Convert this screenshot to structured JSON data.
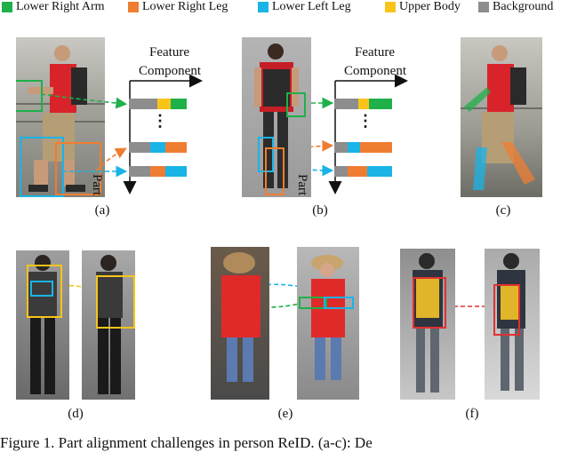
{
  "colors": {
    "green": "#1fb04a",
    "orange": "#ef7d31",
    "blue": "#1ab4e6",
    "yellow": "#f9c41a",
    "gray": "#8d8d8d",
    "red": "#e23030"
  },
  "legend": [
    {
      "label": "Lower Right Arm",
      "color": "#1fb04a"
    },
    {
      "label": "Lower Right Leg",
      "color": "#ef7d31"
    },
    {
      "label": "Lower Left Leg",
      "color": "#1ab4e6"
    },
    {
      "label": "Upper Body",
      "color": "#f9c41a"
    },
    {
      "label": "Background",
      "color": "#8d8d8d"
    }
  ],
  "panels": {
    "a": {
      "caption": "(a)",
      "axis_x": "Feature",
      "axis_x2": "Component",
      "axis_y": "Part",
      "ellipsis": "⋮"
    },
    "b": {
      "caption": "(b)",
      "axis_x": "Feature",
      "axis_x2": "Component",
      "axis_y": "Part",
      "ellipsis": "⋮"
    },
    "c": {
      "caption": "(c)"
    },
    "d": {
      "caption": "(d)"
    },
    "e": {
      "caption": "(e)"
    },
    "f": {
      "caption": "(f)"
    }
  },
  "figure_caption": "Figure 1. Part alignment challenges in person ReID. (a-c): De"
}
